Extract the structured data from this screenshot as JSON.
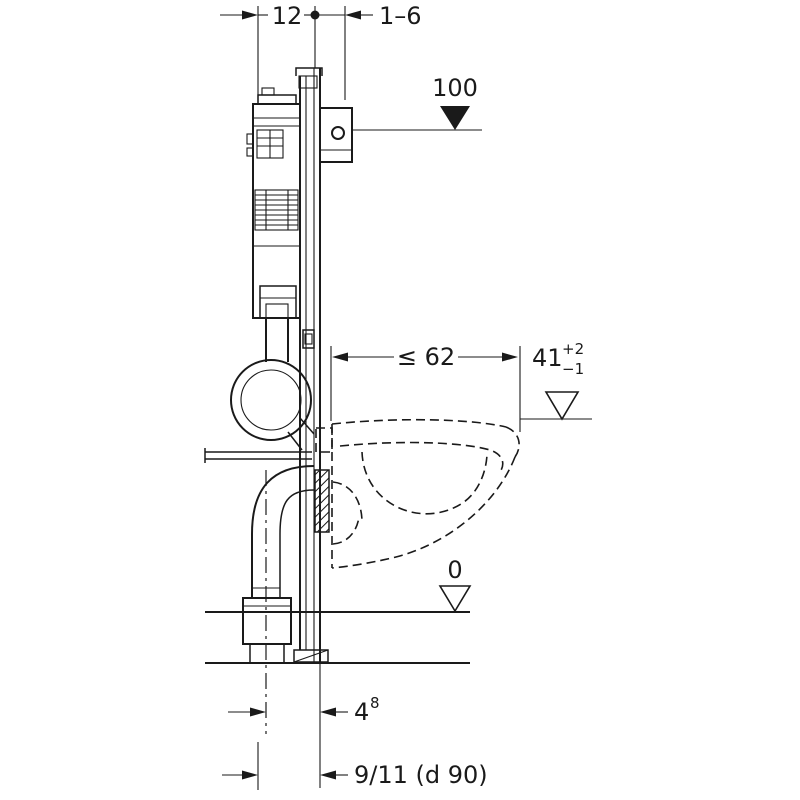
{
  "colors": {
    "line": "#1a1a1a",
    "background": "#ffffff"
  },
  "dims": {
    "frame_offset": "12",
    "wall_range": "1–6",
    "top_level": "100",
    "bowl_depth": "≤ 62",
    "seat_value": "41",
    "seat_tol_plus": "+2",
    "seat_tol_minus": "−1",
    "floor_level": "0",
    "outlet_value": "4",
    "outlet_sup": "8",
    "drain_label": "9/11  (d 90)"
  }
}
